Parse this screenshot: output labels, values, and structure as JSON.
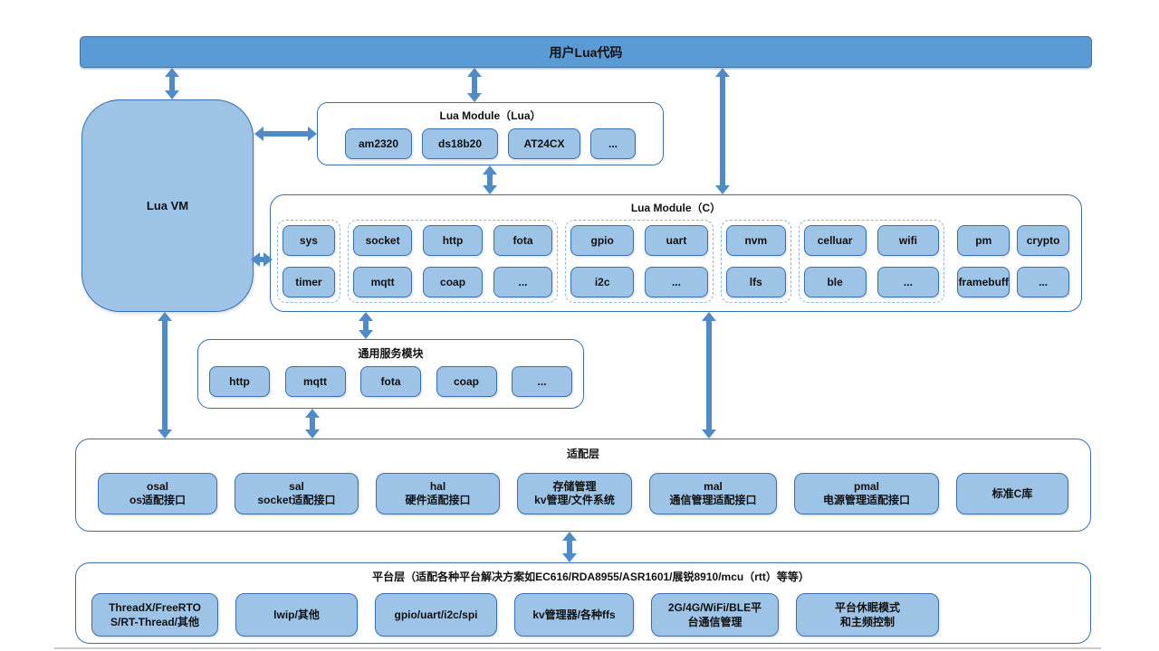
{
  "colors": {
    "bar_fill": "#5b9bd5",
    "box_fill": "#9dc3e6",
    "border_blue": "#3a6fae",
    "arrow_blue": "#4e8bc8"
  },
  "top_bar": {
    "label": "用户Lua代码"
  },
  "lua_vm": {
    "label": "Lua VM"
  },
  "lua_module_lua": {
    "title": "Lua Module（Lua）",
    "items": [
      "am2320",
      "ds18b20",
      "AT24CX",
      "..."
    ]
  },
  "lua_module_c": {
    "title": "Lua Module（C）",
    "groups": [
      {
        "dashed": true,
        "rows": [
          [
            "sys"
          ],
          [
            "timer"
          ]
        ]
      },
      {
        "dashed": true,
        "rows": [
          [
            "socket",
            "http",
            "fota"
          ],
          [
            "mqtt",
            "coap",
            "..."
          ]
        ]
      },
      {
        "dashed": true,
        "rows": [
          [
            "gpio",
            "uart"
          ],
          [
            "i2c",
            "..."
          ]
        ]
      },
      {
        "dashed": true,
        "rows": [
          [
            "nvm"
          ],
          [
            "lfs"
          ]
        ]
      },
      {
        "dashed": true,
        "rows": [
          [
            "celluar",
            "wifi"
          ],
          [
            "ble",
            "..."
          ]
        ]
      },
      {
        "dashed": false,
        "rows": [
          [
            "pm",
            "crypto"
          ],
          [
            "framebuff",
            "..."
          ]
        ]
      }
    ]
  },
  "service_module": {
    "title": "通用服务模块",
    "items": [
      "http",
      "mqtt",
      "fota",
      "coap",
      "..."
    ]
  },
  "adapter_layer": {
    "title": "适配层",
    "items": [
      {
        "line1": "osal",
        "line2": "os适配接口"
      },
      {
        "line1": "sal",
        "line2": "socket适配接口"
      },
      {
        "line1": "hal",
        "line2": "硬件适配接口"
      },
      {
        "line1": "存储管理",
        "line2": "kv管理/文件系统"
      },
      {
        "line1": "mal",
        "line2": "通信管理适配接口"
      },
      {
        "line1": "pmal",
        "line2": "电源管理适配接口"
      },
      {
        "line1": "标准C库",
        "line2": ""
      }
    ]
  },
  "platform_layer": {
    "title": "平台层（适配各种平台解决方案如EC616/RDA8955/ASR1601/展锐8910/mcu（rtt）等等）",
    "items": [
      "ThreadX/FreeRTO\nS/RT-Thread/其他",
      "lwip/其他",
      "gpio/uart/i2c/spi",
      "kv管理器/各种ffs",
      "2G/4G/WiFi/BLE平\n台通信管理",
      "平台休眠模式\n和主频控制"
    ]
  }
}
